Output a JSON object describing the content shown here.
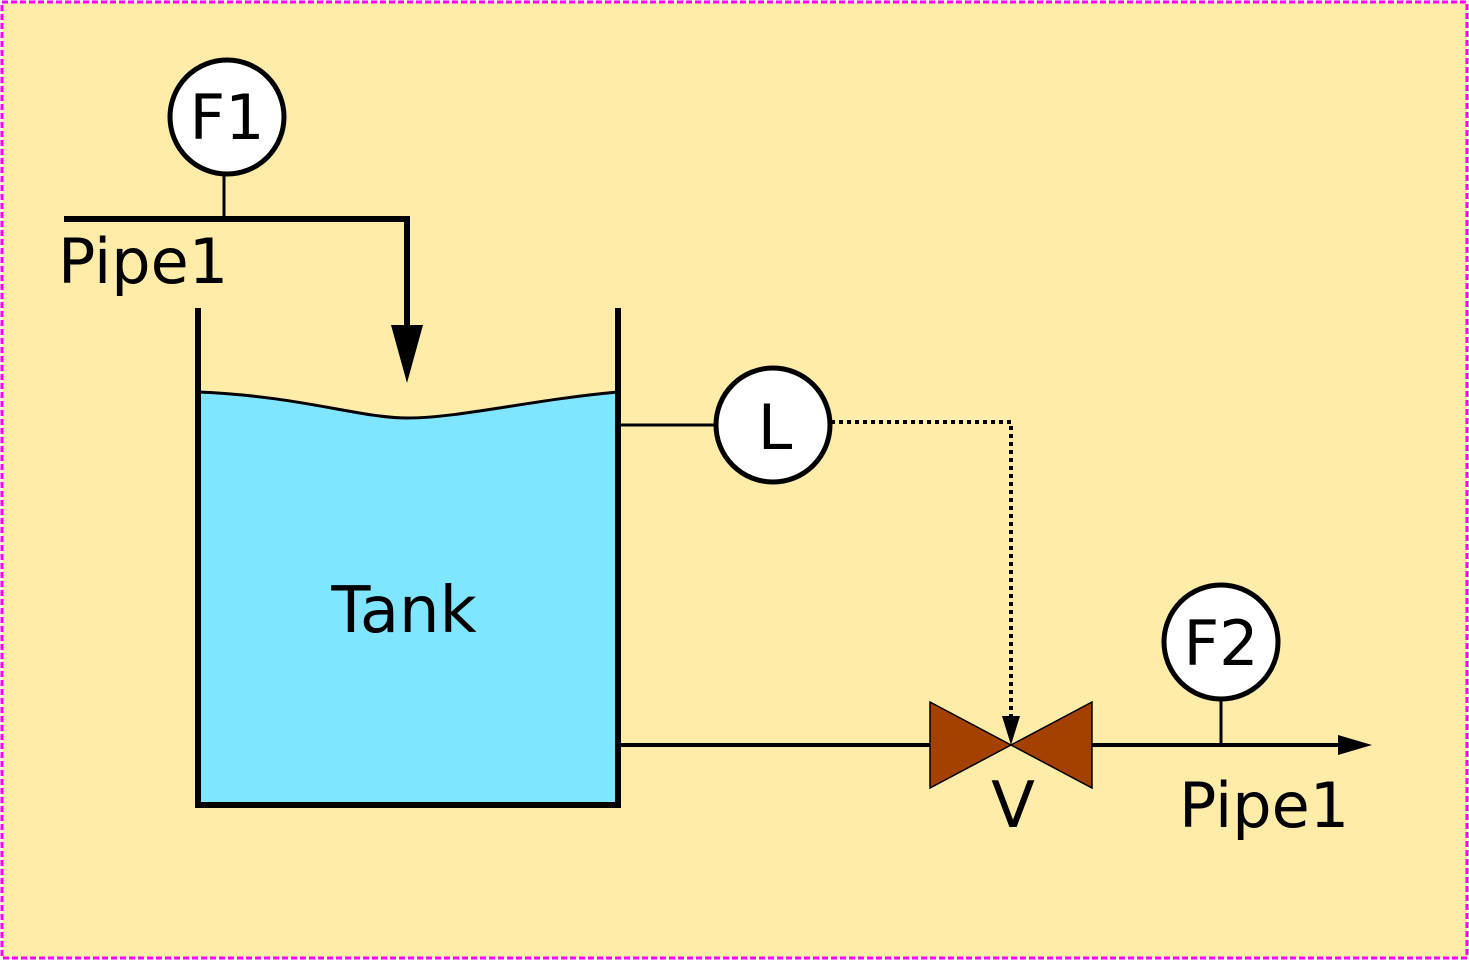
{
  "colors": {
    "background": "#feeca8",
    "border": "#ff00ff",
    "water": "#80e5ff",
    "valve": "#a44100",
    "stroke": "#000000",
    "instrument_fill": "#ffffff"
  },
  "instruments": {
    "f1": "F1",
    "level": "L",
    "f2": "F2"
  },
  "labels": {
    "inlet_pipe": "Pipe1",
    "tank": "Tank",
    "valve": "V",
    "outlet_pipe": "Pipe1"
  }
}
